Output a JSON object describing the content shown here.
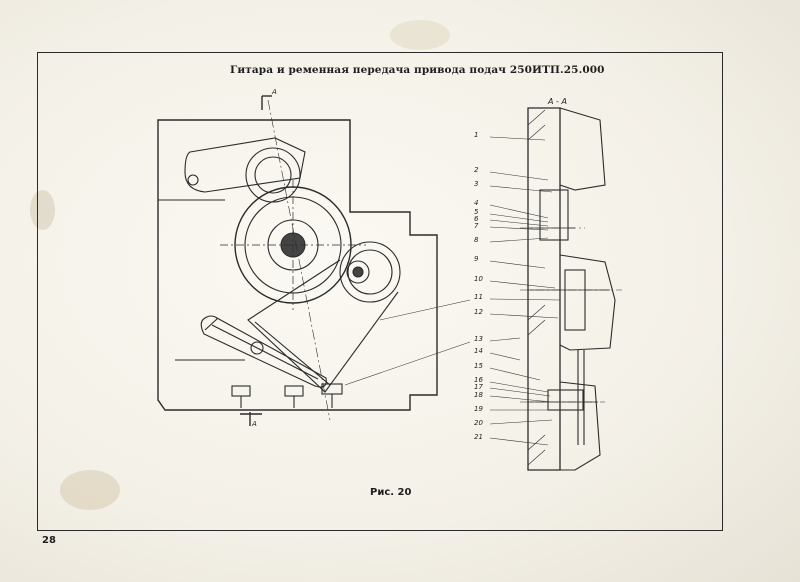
{
  "page": {
    "title": "Гитара и ременная передача привода подач 250ИТП.25.000",
    "caption": "Рис. 20",
    "page_number": "28"
  },
  "drawing": {
    "section_label": "А - А",
    "section_mark": "А",
    "callouts": [
      "1",
      "2",
      "3",
      "4",
      "5",
      "6",
      "7",
      "8",
      "9",
      "10",
      "11",
      "12",
      "13",
      "14",
      "15",
      "16",
      "17",
      "18",
      "19",
      "20",
      "21"
    ]
  }
}
